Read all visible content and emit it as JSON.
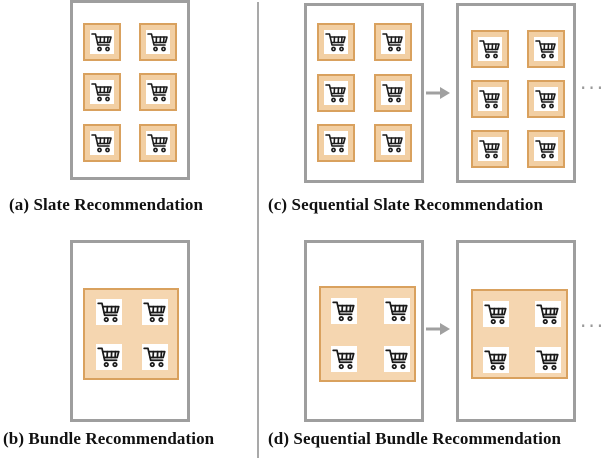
{
  "captions": {
    "a": "(a) Slate Recommendation",
    "b": "(b) Bundle Recommendation",
    "c": "(c) Sequential Slate Recommendation",
    "d": "(d) Sequential Bundle Recommendation"
  },
  "continuation": "···",
  "icons": {
    "item": "shopping-cart-icon",
    "transition": "arrow-right-icon"
  },
  "colors": {
    "frame": "#9e9e9e",
    "tile_fill": "#f2cfa3",
    "tile_border": "#d9a15e",
    "bundle_fill": "#f5d6b0",
    "arrow": "#a0a0a0",
    "cart_stroke": "#1a1a1a"
  }
}
